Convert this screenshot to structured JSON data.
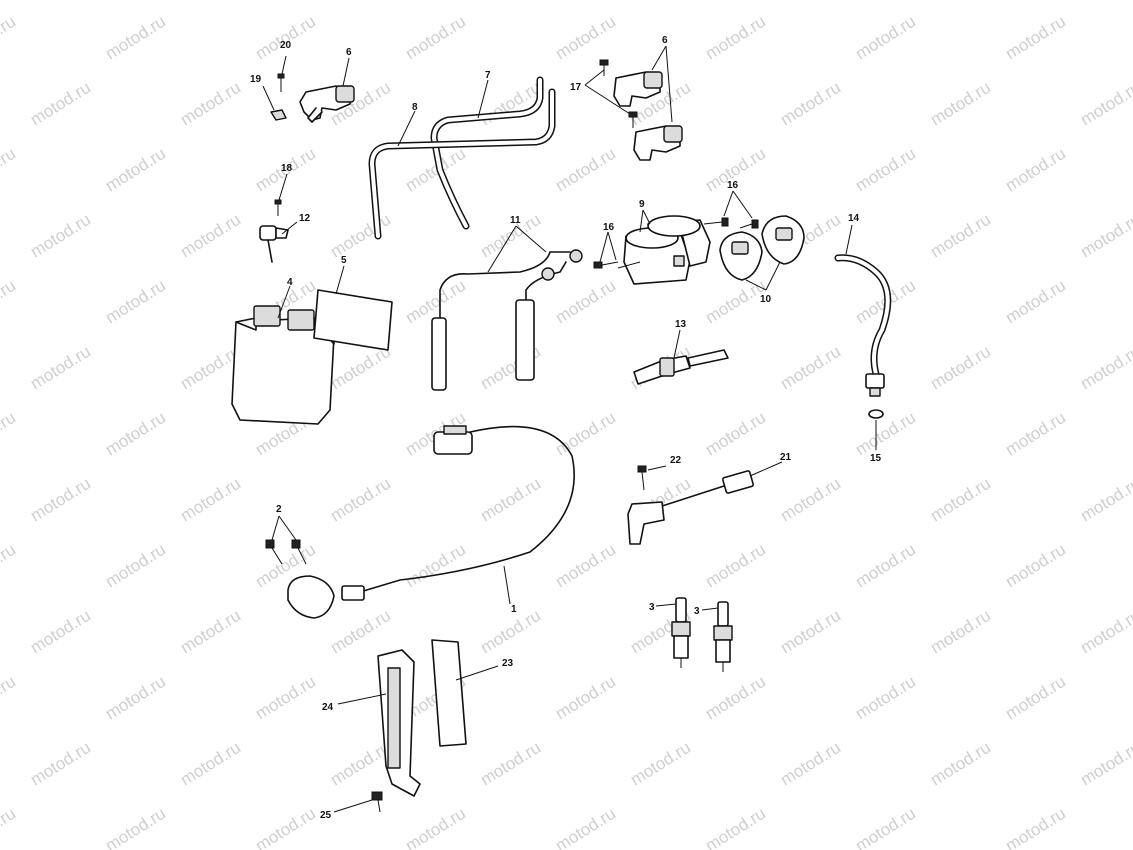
{
  "watermark": "motod.ru",
  "callouts": {
    "c1": "1",
    "c2": "2",
    "c3a": "3",
    "c3b": "3",
    "c4": "4",
    "c5": "5",
    "c6a": "6",
    "c6b": "6",
    "c7": "7",
    "c8": "8",
    "c9": "9",
    "c10": "10",
    "c11": "11",
    "c12": "12",
    "c13": "13",
    "c14": "14",
    "c15": "15",
    "c16a": "16",
    "c16b": "16",
    "c17": "17",
    "c18": "18",
    "c19": "19",
    "c20": "20",
    "c21": "21",
    "c22": "22",
    "c23": "23",
    "c24": "24",
    "c25": "25"
  }
}
